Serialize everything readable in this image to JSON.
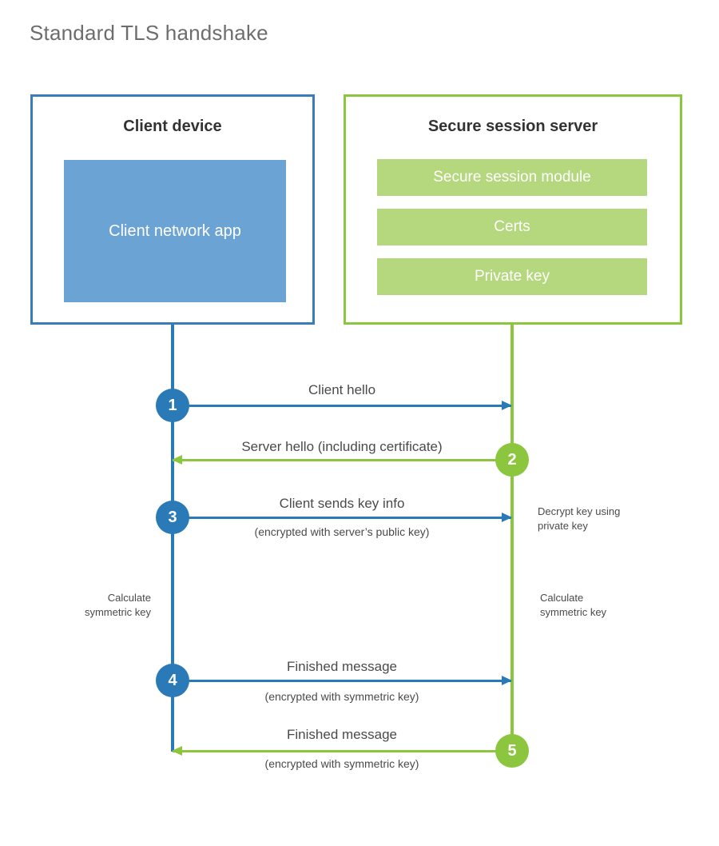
{
  "title": "Standard TLS handshake",
  "colors": {
    "client_blue": "#2a7ab8",
    "client_border": "#3b7cb8",
    "client_app_fill": "#6ba4d4",
    "server_green": "#8cc63e",
    "server_bar_fill": "#b5d77e",
    "title_gray": "#6d6d6d",
    "text_gray": "#4a4a4a",
    "heading_dark": "#333333",
    "background": "#ffffff"
  },
  "client": {
    "title": "Client device",
    "app_label": "Client network app"
  },
  "server": {
    "title": "Secure session server",
    "bars": [
      {
        "label": "Secure session module"
      },
      {
        "label": "Certs"
      },
      {
        "label": "Private key"
      }
    ]
  },
  "steps": [
    {
      "number": "1",
      "label": "Client hello",
      "sub": "",
      "direction": "client-to-server",
      "color": "blue"
    },
    {
      "number": "2",
      "label": "Server hello (including certificate)",
      "sub": "",
      "direction": "server-to-client",
      "color": "green"
    },
    {
      "number": "3",
      "label": "Client sends key info",
      "sub": "(encrypted with server’s public key)",
      "direction": "client-to-server",
      "color": "blue"
    },
    {
      "number": "4",
      "label": "Finished message",
      "sub": "(encrypted with symmetric key)",
      "direction": "client-to-server",
      "color": "blue"
    },
    {
      "number": "5",
      "label": "Finished message",
      "sub": "(encrypted with symmetric key)",
      "direction": "server-to-client",
      "color": "green"
    }
  ],
  "notes": {
    "decrypt_key": "Decrypt key using\nprivate key",
    "decrypt_key_line1": "Decrypt key using",
    "decrypt_key_line2": "private key",
    "calculate_client_line1": "Calculate",
    "calculate_client_line2": "symmetric key",
    "calculate_server_line1": "Calculate",
    "calculate_server_line2": "symmetric key"
  }
}
